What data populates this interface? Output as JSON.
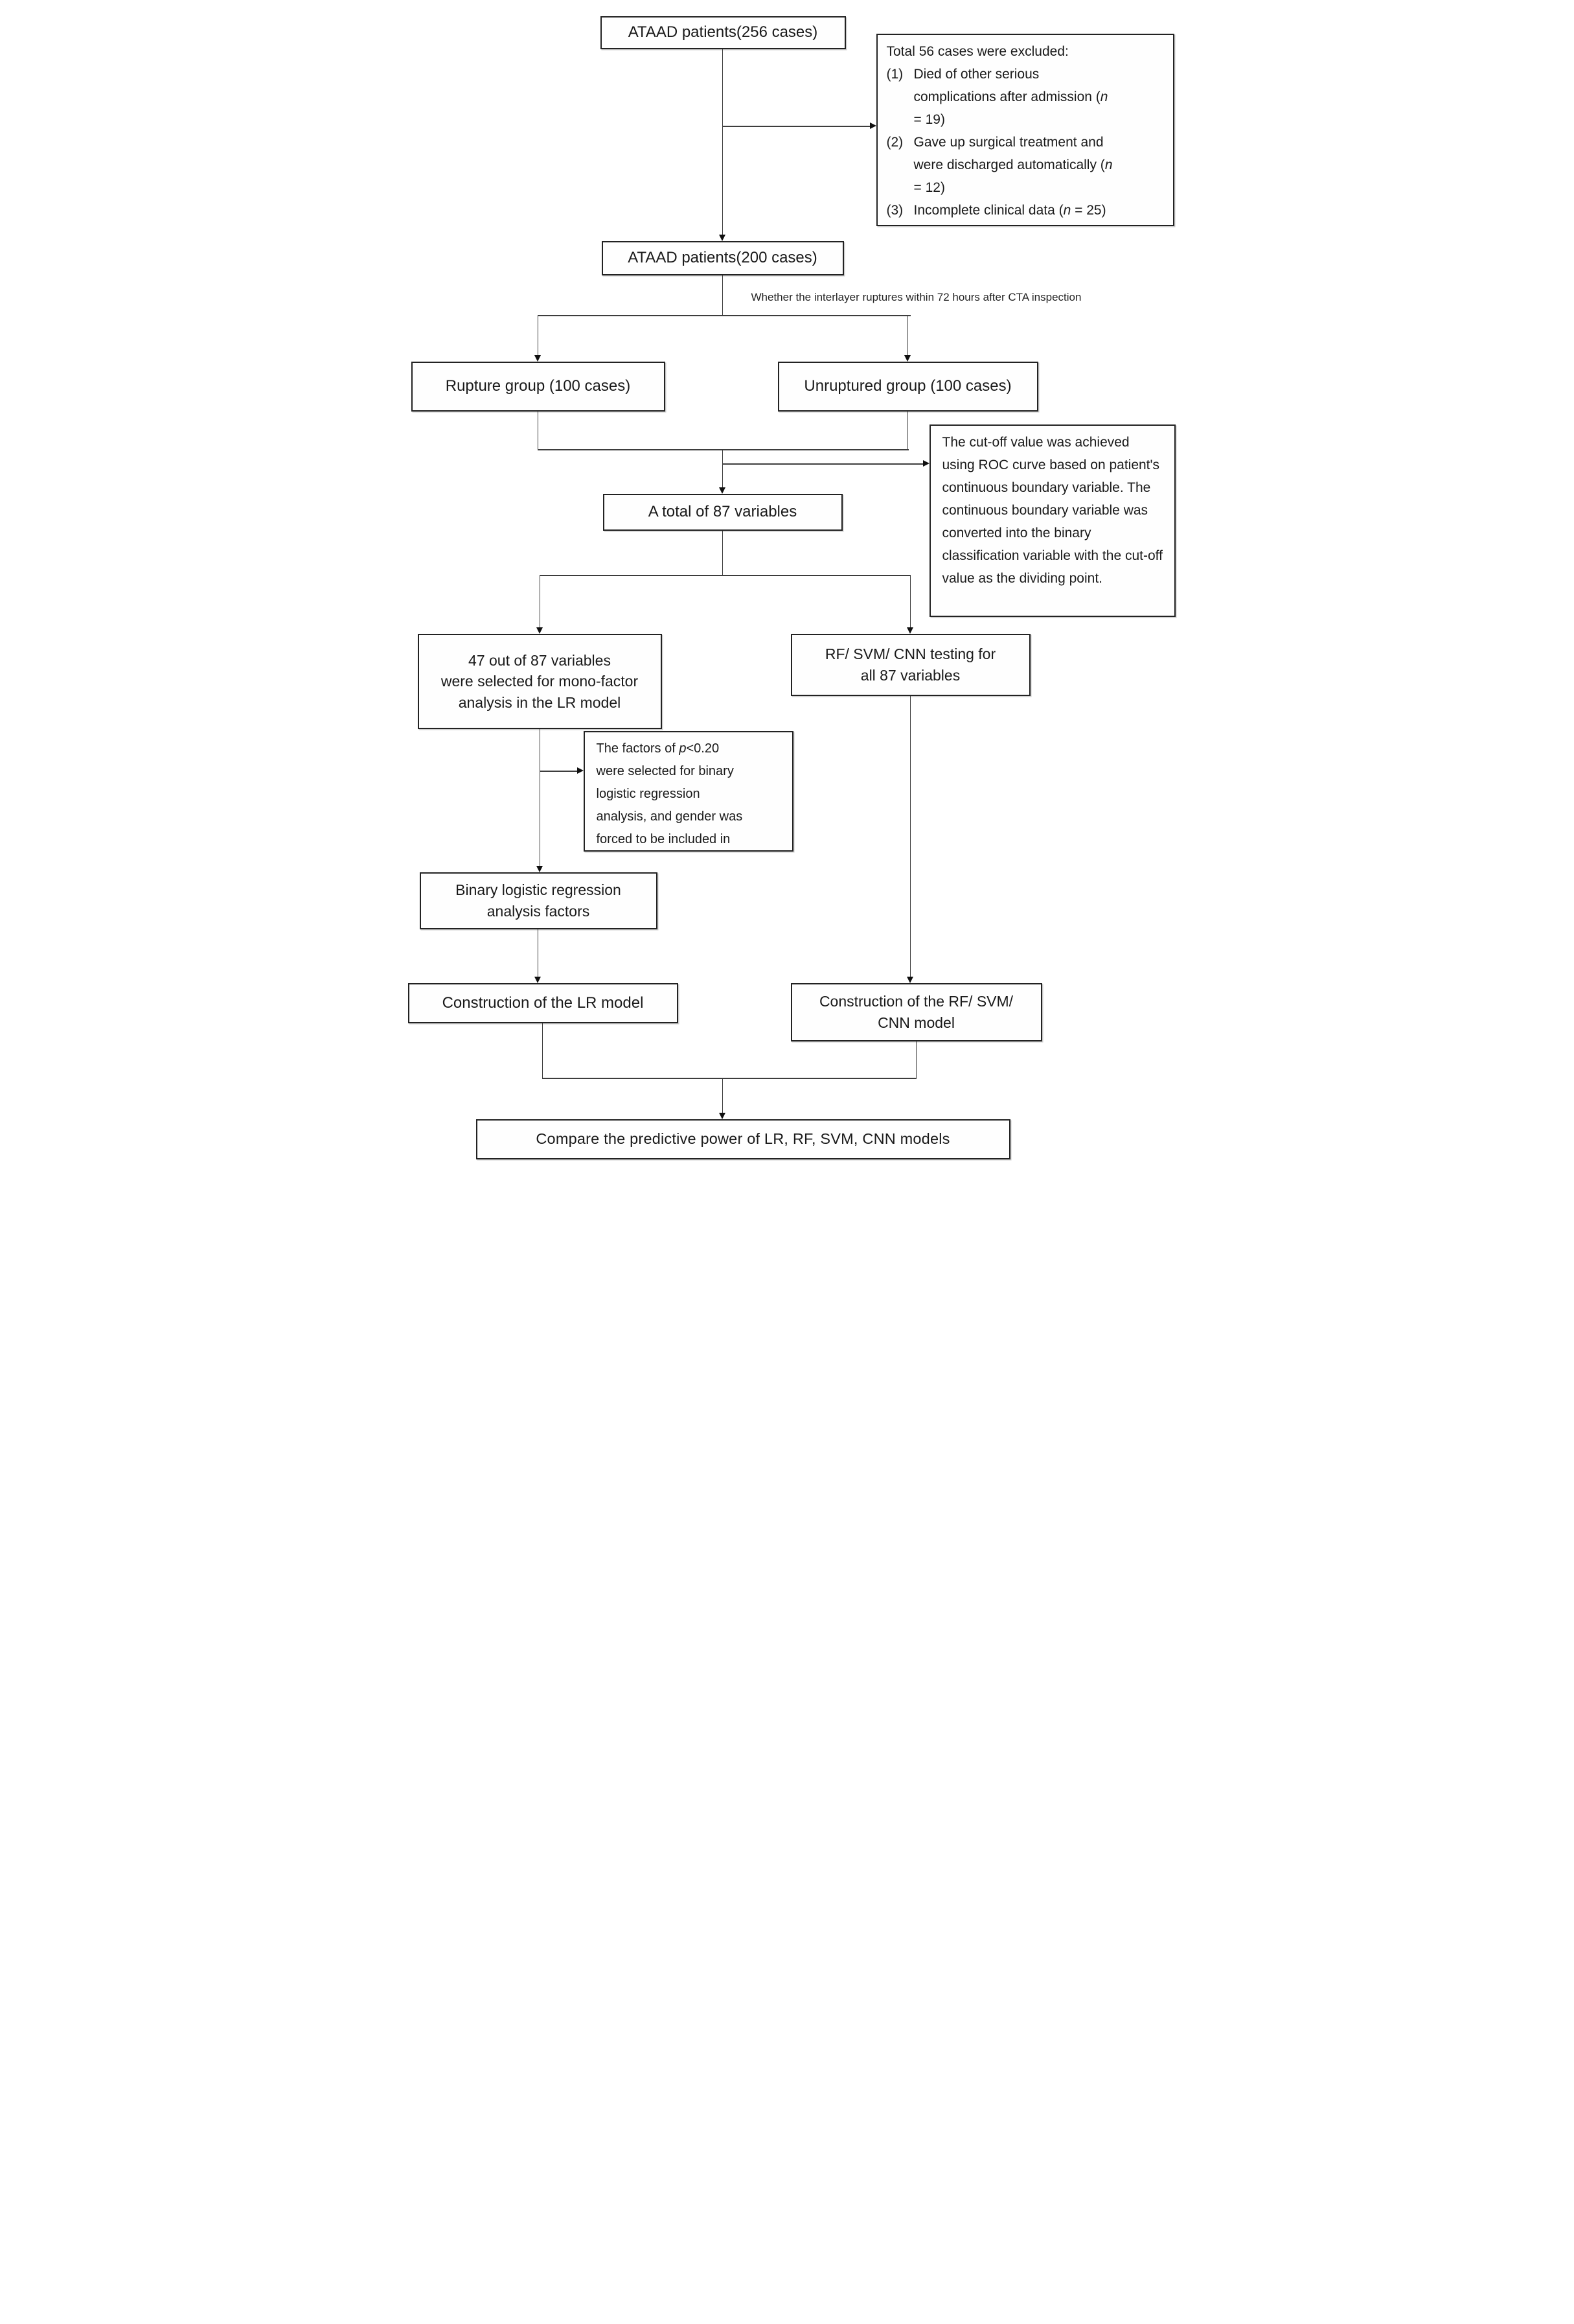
{
  "flowchart": {
    "box_256": "ATAAD patients(256 cases)",
    "exclusion": {
      "title": "Total 56 cases were excluded:",
      "item1": {
        "num": "(1)",
        "l1": "Died of other serious",
        "l2_pre": "complications after admission (",
        "l2_var": "n",
        "l3": "= 19)"
      },
      "item2": {
        "num": "(2)",
        "l1": "Gave up surgical treatment and",
        "l2_pre": "were discharged automatically (",
        "l2_var": "n",
        "l3": "= 12)"
      },
      "item3": {
        "num": "(3)",
        "pre": "Incomplete clinical data (",
        "var": "n",
        "post": " = 25)"
      }
    },
    "box_200": "ATAAD patients(200 cases)",
    "branch_question": "Whether the interlayer ruptures within 72 hours after CTA inspection",
    "box_rupture": "Rupture group (100 cases)",
    "box_unruptured": "Unruptured group (100 cases)",
    "box_87": "A total of 87 variables",
    "cutoff_note": "The cut-off value was achieved using ROC curve based on patient's continuous boundary variable. The continuous boundary variable was converted into the binary classification variable with the cut-off value as the dividing point.",
    "box_47": {
      "l1": "47 out of 87 variables",
      "l2": "were selected for mono-factor",
      "l3": "analysis in the LR model"
    },
    "box_rf_test": {
      "l1": "RF/ SVM/ CNN testing for",
      "l2": "all 87 variables"
    },
    "p_note": {
      "l1_pre": "The factors of ",
      "l1_var": "p",
      "l1_post": "<0.20",
      "l2": "were selected for binary",
      "l3": "logistic regression",
      "l4": "analysis, and gender was",
      "l5": "forced to be included in"
    },
    "box_binary": {
      "l1": "Binary logistic regression",
      "l2": "analysis factors"
    },
    "box_lr": "Construction of the LR model",
    "box_rf": {
      "l1": "Construction of the RF/ SVM/",
      "l2": "CNN model"
    },
    "box_compare": "Compare the predictive power of LR, RF, SVM, CNN models",
    "colors": {
      "line": "#3d3d3d",
      "border": "#222222",
      "text": "#1a1a1a",
      "background": "#ffffff"
    }
  }
}
